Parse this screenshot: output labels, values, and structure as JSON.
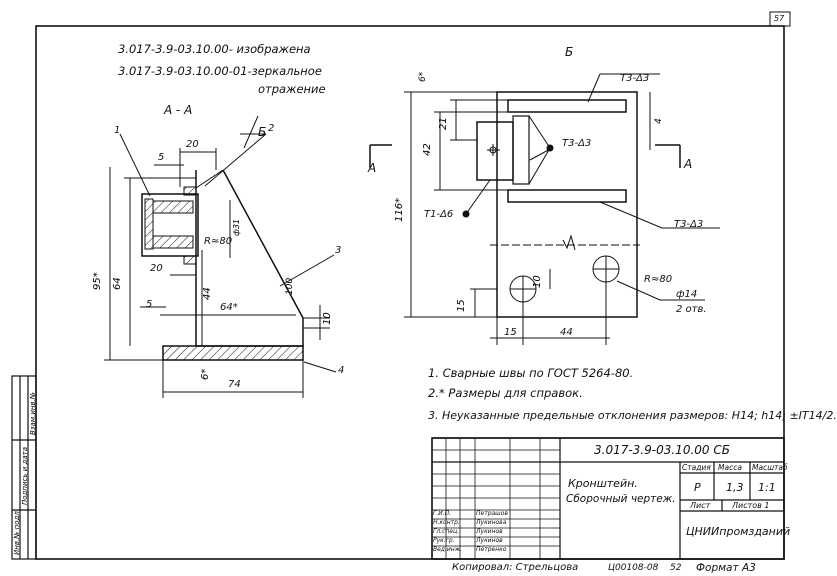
{
  "sheet": {
    "page_number": "57"
  },
  "header_notes": {
    "line1": "3.017-3.9-03.10.00- изображена",
    "line2": "3.017-3.9-03.10.00-01-зеркальное",
    "line3": "отражение"
  },
  "section_aa": {
    "title": "А - А",
    "callouts": {
      "c1": "1",
      "c2": "2",
      "c3": "3",
      "c4": "4",
      "c5": "5",
      "view_b": "Б"
    },
    "dims": {
      "d20_top": "20",
      "d5_top": "5",
      "d_phi31": "ф31",
      "d_r80": "R≈80",
      "d20_bot": "20",
      "d64": "64",
      "d44": "44",
      "d64s": "64*",
      "d10": "10",
      "d95": "95*",
      "d6s": "6*",
      "d74": "74",
      "d100": "100"
    }
  },
  "view_b": {
    "title": "Б",
    "labels": {
      "weld_top": "Т3-Δ3",
      "weld_mid": "Т3-Δ3",
      "weld_left": "Т1-Δ6",
      "weld_right": "Т3-Δ3",
      "section_a_left": "А",
      "section_a_right": "А"
    },
    "dims": {
      "d6s": "6*",
      "d4": "4",
      "d21": "21",
      "d42": "42",
      "d116": "116*",
      "d10": "10",
      "d15": "15",
      "d15b": "15",
      "d44": "44",
      "d_r80": "R≈80",
      "d_phi14": "ф14",
      "holes": "2 отв."
    }
  },
  "notes": {
    "n1": "1. Сварные швы по ГОСТ 5264-80.",
    "n2": "2.* Размеры для справок.",
    "n3": "3. Неуказанные предельные отклонения размеров: Н14; h14; ±IT14/2."
  },
  "title_block": {
    "doc_code": "3.017-3.9-03.10.00 СБ",
    "name_line1": "Кронштейн.",
    "name_line2": "Сборочный чертеж.",
    "col_headers": {
      "stage": "Стадия",
      "mass": "Масса",
      "scale": "Масштаб"
    },
    "stage": "Р",
    "mass": "1,3",
    "scale": "1:1",
    "sheet_label": "Лист",
    "sheets_label": "Листов 1",
    "organization": "ЦНИИпромзданий",
    "roles": [
      "Г.И.П.",
      "Н.контр.",
      "Гл.спец.",
      "Рук.гр.",
      "Вед.инж."
    ],
    "names": [
      "Петрашов",
      "Лукинова",
      "Лукинов",
      "Лукинов",
      "Пётренко"
    ]
  },
  "footer": {
    "copied": "Копировал: Стрельцова",
    "order": "Ц00108-08",
    "sheet_no": "52",
    "format": "Формат А3"
  },
  "side_stamp": {
    "col1": "Инв.№ подл.",
    "col2": "Подпись и дата",
    "col3": "Взам.инв.№"
  }
}
